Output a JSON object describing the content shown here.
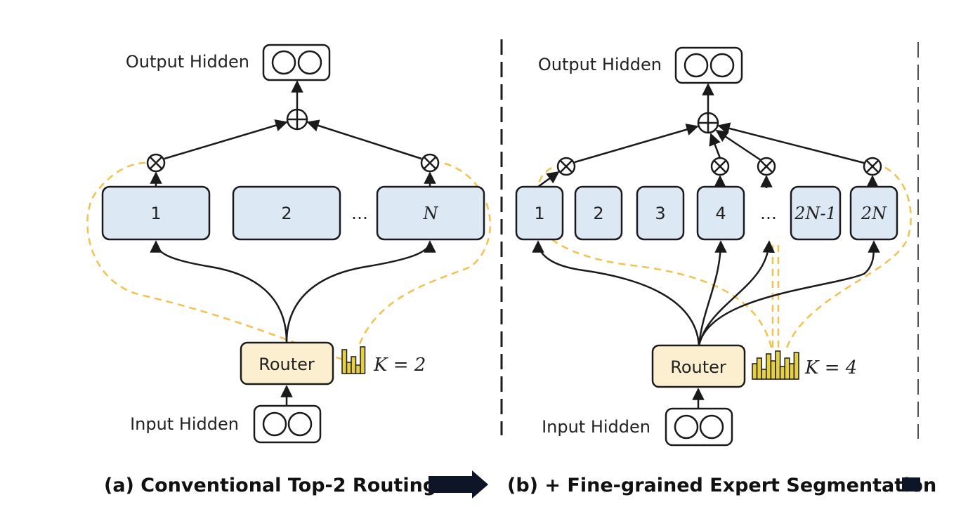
{
  "panel_a": {
    "output_label": "Output Hidden",
    "input_label": "Input Hidden",
    "router_label": "Router",
    "k_label": "K = 2",
    "experts": [
      "1",
      "2",
      "…",
      "N"
    ],
    "caption": "(a) Conventional Top-2 Routing"
  },
  "panel_b": {
    "output_label": "Output Hidden",
    "input_label": "Input Hidden",
    "router_label": "Router",
    "k_label": "K = 4",
    "experts": [
      "1",
      "2",
      "3",
      "4",
      "…",
      "2N-1",
      "2N"
    ],
    "caption": "(b) + Fine-grained Expert Segmentation"
  },
  "colors": {
    "expert_fill": "#dce8f4",
    "router_fill": "#fbefd0",
    "gate_path": "#f2c14e",
    "histogram_fill": "#e6cf40",
    "stroke": "#1a1a1a"
  }
}
